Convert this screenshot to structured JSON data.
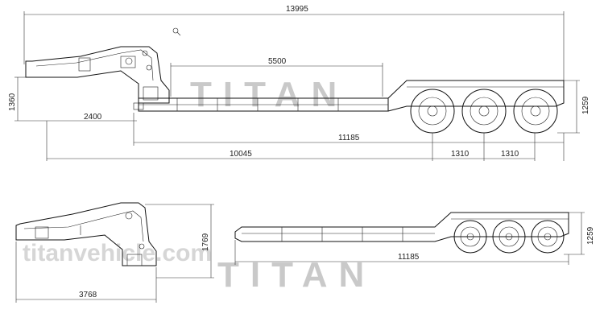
{
  "drawing": {
    "brand_watermark": "TITAN",
    "url_watermark": "titanvehicle.com",
    "side_view_dimensions": {
      "overall_length": "13995",
      "deck_length": "5500",
      "gooseneck_height": "1360",
      "kingpin_offset": "2400",
      "rear_height": "1259",
      "frame_length": "11185",
      "kingpin_to_axle": "10045",
      "axle_spacing_1": "1310",
      "axle_spacing_2": "1310"
    },
    "lower_view_dimensions": {
      "gooseneck_length": "3768",
      "gooseneck_height": "1769",
      "frame_length": "11185",
      "rear_height": "1259"
    }
  }
}
